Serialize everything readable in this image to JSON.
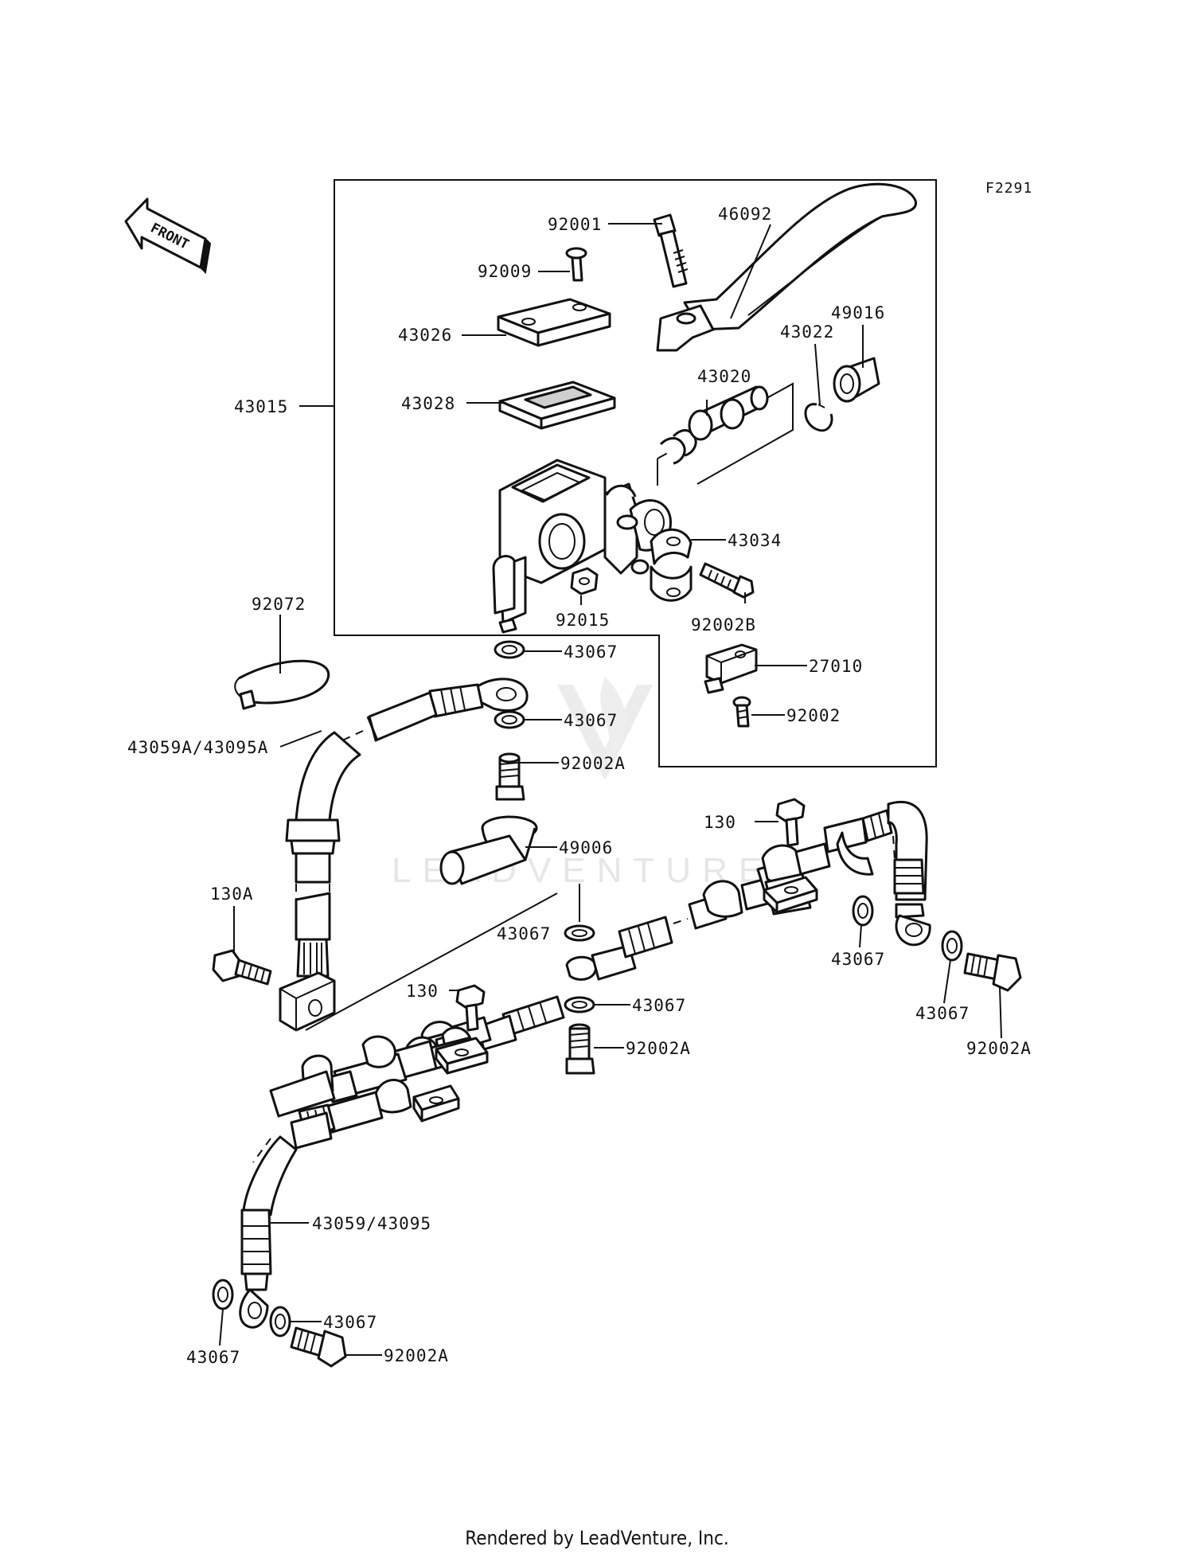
{
  "figure_code": "F2291",
  "front_label": "FRONT",
  "watermark": "LEADVENTURE",
  "footer": "Rendered by LeadVenture, Inc.",
  "callouts": {
    "c92001": "92001",
    "c46092": "46092",
    "c92009": "92009",
    "c49016": "49016",
    "c43022": "43022",
    "c43026": "43026",
    "c43020": "43020",
    "c43015": "43015",
    "c43028": "43028",
    "c43034": "43034",
    "c92072": "92072",
    "c92015": "92015",
    "c92002B": "92002B",
    "c43067_a": "43067",
    "c27010": "27010",
    "c43067_b": "43067",
    "c92002": "92002",
    "c43059A": "43059A/43095A",
    "c92002A_a": "92002A",
    "c130_a": "130",
    "c49006": "49006",
    "c130A": "130A",
    "c43067_c": "43067",
    "c43067_d": "43067",
    "c130_b": "130",
    "c43067_e": "43067",
    "c43067_f": "43067",
    "c92002A_b": "92002A",
    "c92002A_c": "92002A",
    "c43059": "43059/43095",
    "c43067_g": "43067",
    "c43067_h": "43067",
    "c92002A_d": "92002A"
  }
}
